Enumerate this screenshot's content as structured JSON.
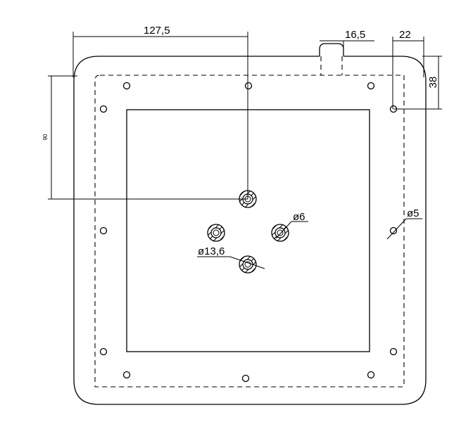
{
  "dimensions": {
    "width_127_5": "127,5",
    "tab_16_5": "16,5",
    "edge_22": "22",
    "vertical_38": "38",
    "vertical_90": "90",
    "hole_d6": "ø6",
    "hole_d13_6": "ø13,6",
    "hole_d5": "ø5"
  }
}
